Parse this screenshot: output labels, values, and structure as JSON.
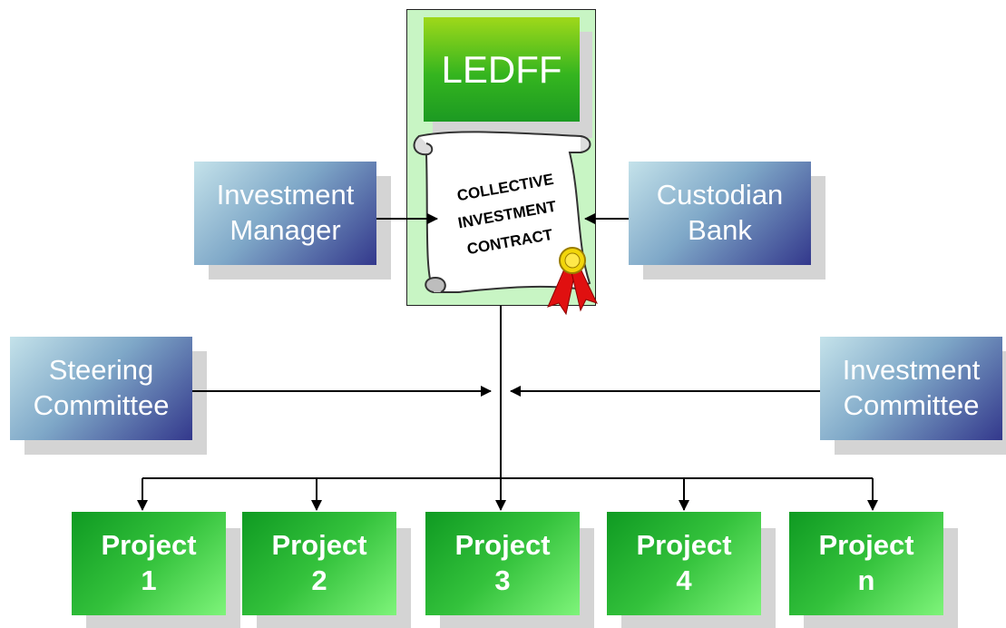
{
  "central": {
    "title": "LEDFF",
    "contract_lines": [
      "COLLECTIVE",
      "INVESTMENT",
      "CONTRACT"
    ]
  },
  "parties": {
    "investment_manager": [
      "Investment",
      "Manager"
    ],
    "custodian_bank": [
      "Custodian",
      "Bank"
    ],
    "steering_committee": [
      "Steering",
      "Committee"
    ],
    "investment_committee": [
      "Investment",
      "Committee"
    ]
  },
  "projects": [
    {
      "line1": "Project",
      "line2": "1"
    },
    {
      "line1": "Project",
      "line2": "2"
    },
    {
      "line1": "Project",
      "line2": "3"
    },
    {
      "line1": "Project",
      "line2": "4"
    },
    {
      "line1": "Project",
      "line2": "n"
    }
  ],
  "colors": {
    "blue_box_light": "#c4e2ea",
    "blue_box_dark": "#33388c",
    "green_box_light": "#7ef47a",
    "green_box_dark": "#0f9a22",
    "panel_bg": "#c8f5c4",
    "seal_red": "#e01010",
    "seal_gold": "#f2d60a"
  }
}
